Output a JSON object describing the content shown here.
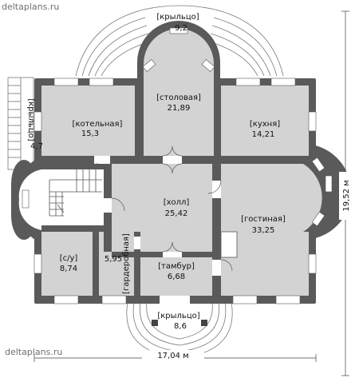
{
  "watermark": "deltaplans.ru",
  "rooms": {
    "kotelnaya": {
      "name": "[котельная]",
      "area": "15,3"
    },
    "stolovaya": {
      "name": "[столовая]",
      "area": "21,89"
    },
    "kukhnya": {
      "name": "[кухня]",
      "area": "14,21"
    },
    "holl": {
      "name": "[холл]",
      "area": "25,42"
    },
    "gostinaya": {
      "name": "[гостиная]",
      "area": "33,25"
    },
    "su": {
      "name": "[с/у]",
      "area": "8,74"
    },
    "garderobnaya": {
      "name": "[гардеробная]",
      "area": "5,95"
    },
    "tambur": {
      "name": "[тамбур]",
      "area": "6,68"
    }
  },
  "porches": {
    "top": {
      "name": "[крыльцо]",
      "area": "9,2"
    },
    "left": {
      "name": "[крыльцо]",
      "area": "4,7"
    },
    "bottom": {
      "name": "[крыльцо]",
      "area": "8,6"
    }
  },
  "dimensions": {
    "width": "17,04 м",
    "height": "19,52 м"
  },
  "colors": {
    "wall": "#5a5a5a",
    "room_fill": "#d3d3d3",
    "line": "#444444"
  }
}
